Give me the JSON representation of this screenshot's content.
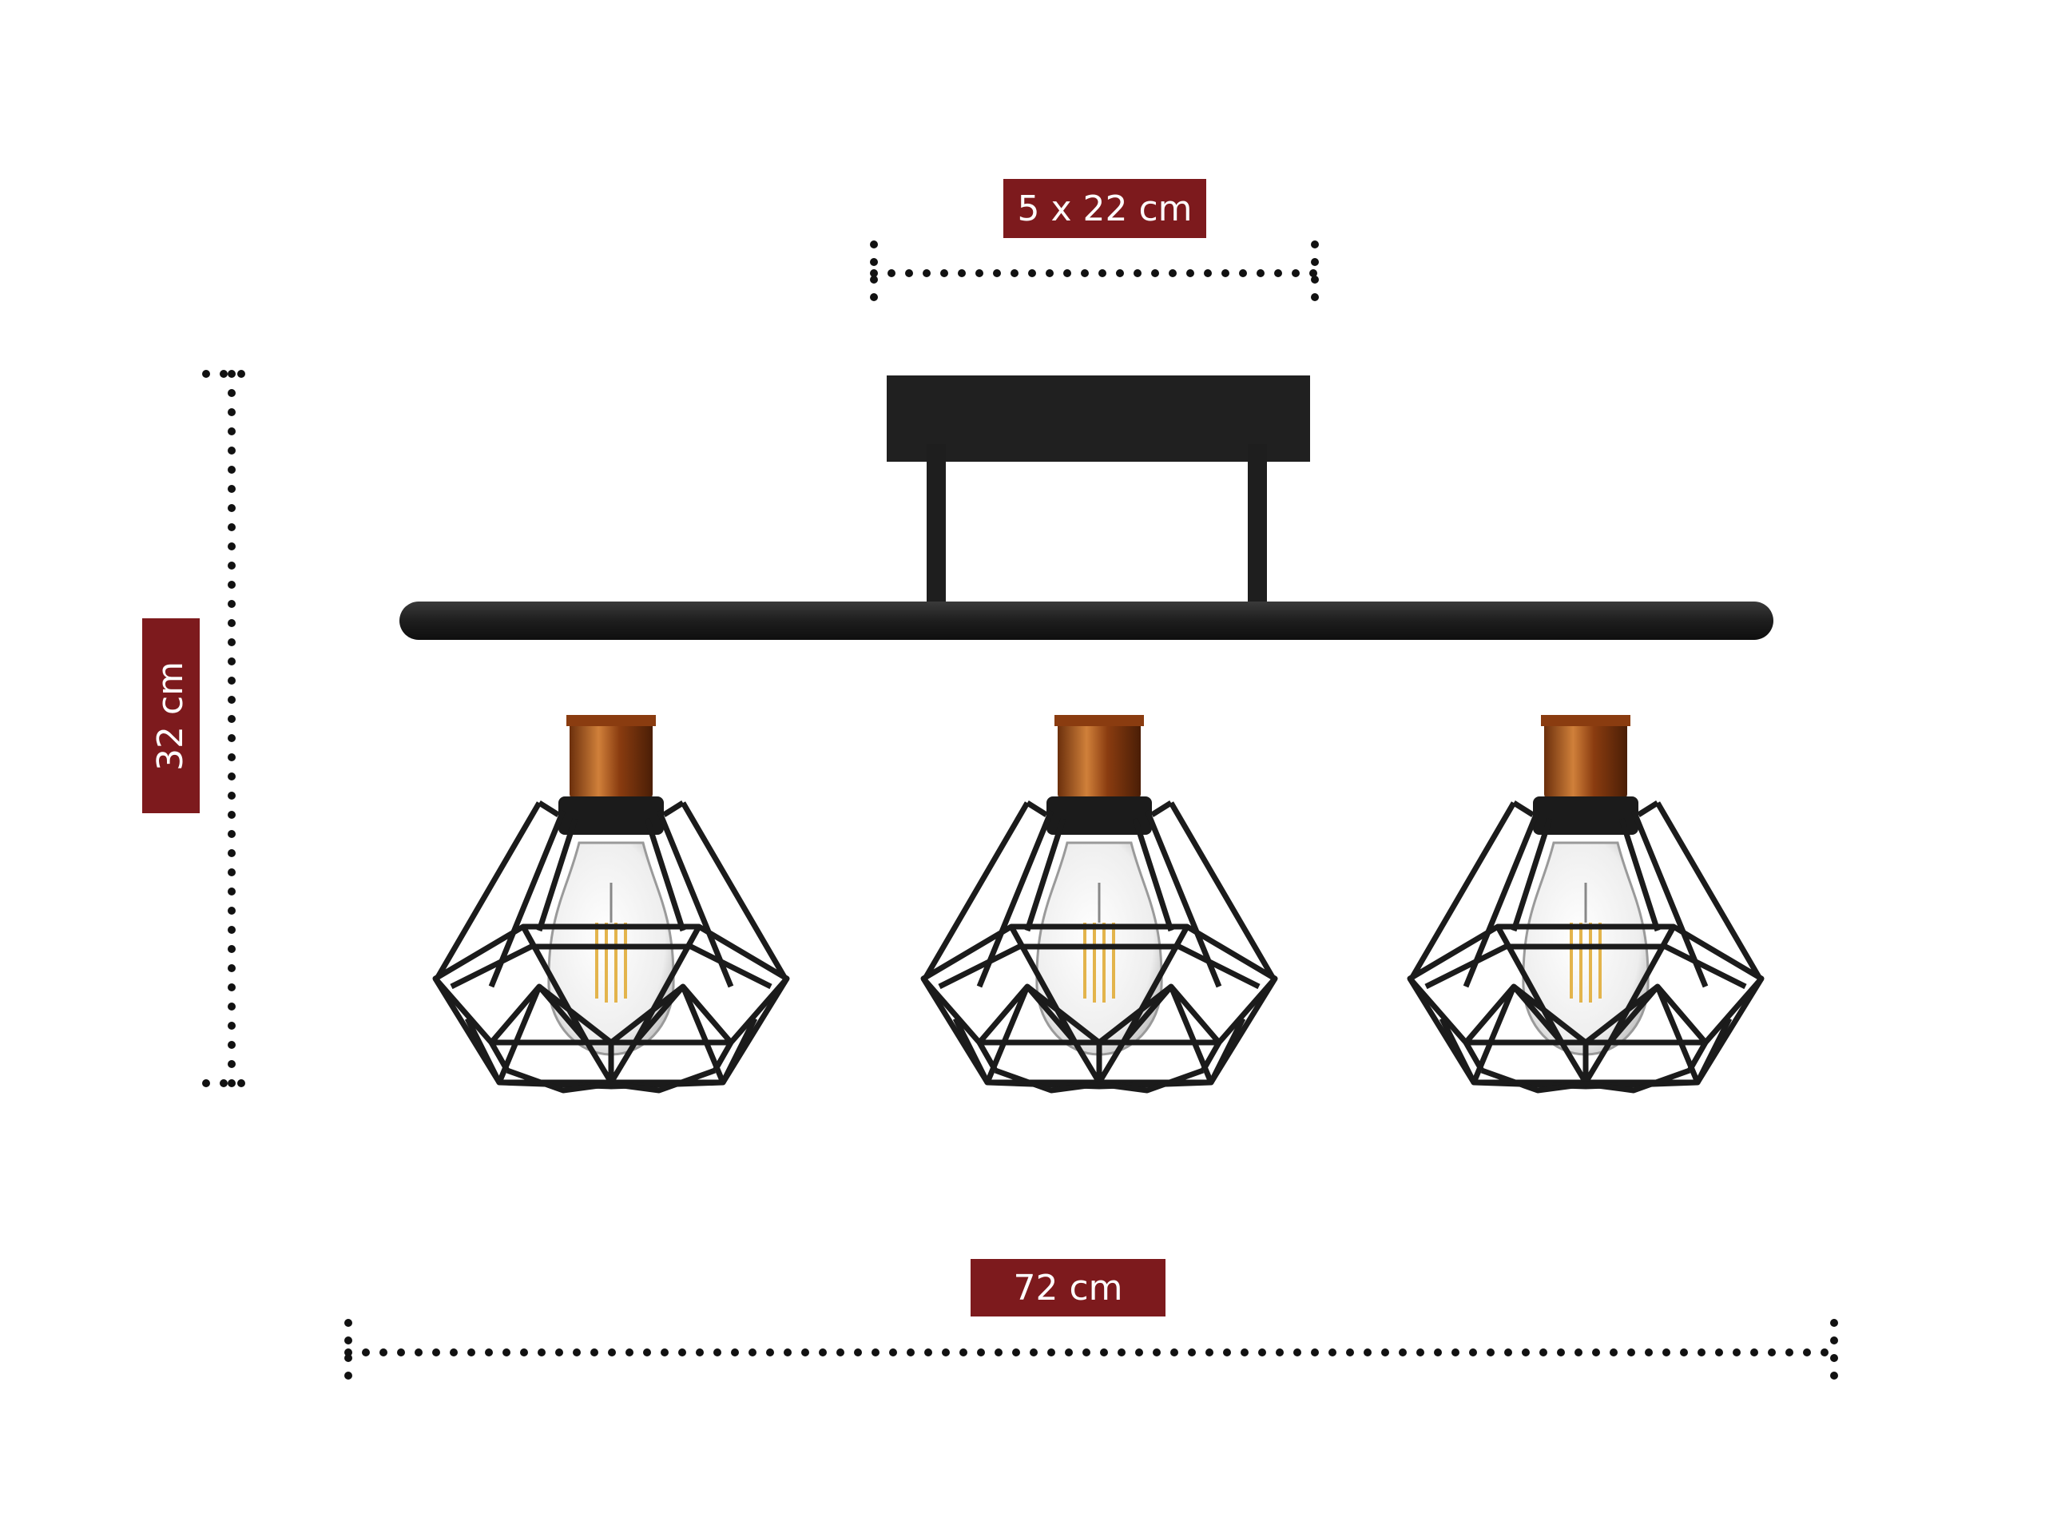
{
  "dimensions": {
    "base": "5 x 22 cm",
    "height": "32 cm",
    "width": "72 cm"
  },
  "product": {
    "shade_count": 3,
    "colors": {
      "frame": "#1b1b1b",
      "copper": "#b8621e",
      "label_bg": "#7d1a1d",
      "bulb_glass": "#f2f2f2",
      "filament": "#e8c060"
    }
  },
  "icons": [
    "ceiling-lamp-illustration",
    "dotted-dimension-line"
  ]
}
